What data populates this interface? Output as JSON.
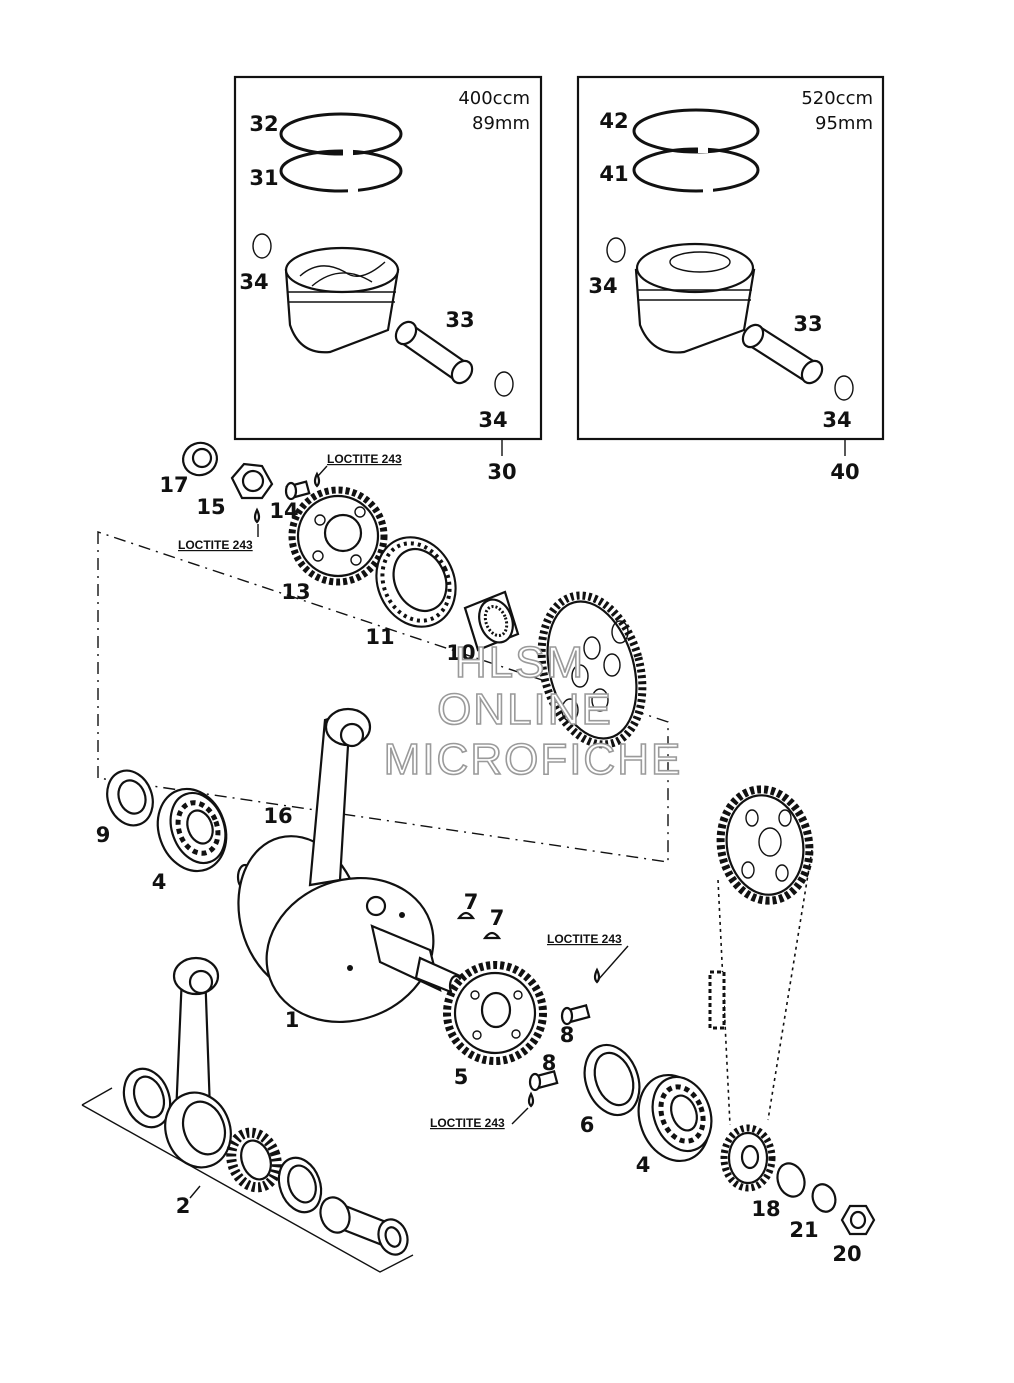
{
  "boxes": {
    "left": {
      "displacement": "400ccm",
      "bore": "89mm",
      "ref": "30"
    },
    "right": {
      "displacement": "520ccm",
      "bore": "95mm",
      "ref": "40"
    }
  },
  "loctite": "LOCTITE 243",
  "watermark": [
    "HLSM",
    "ONLINE",
    "MICROFICHE"
  ],
  "labels": {
    "n1": "1",
    "n2": "2",
    "n4a": "4",
    "n4b": "4",
    "n5": "5",
    "n6": "6",
    "n7a": "7",
    "n7b": "7",
    "n8a": "8",
    "n8b": "8",
    "n9": "9",
    "n10": "10",
    "n11": "11",
    "n13": "13",
    "n14": "14",
    "n15": "15",
    "n16": "16",
    "n17": "17",
    "n18": "18",
    "n20": "20",
    "n21": "21",
    "n31": "31",
    "n32": "32",
    "n33a": "33",
    "n34a": "34",
    "n34b": "34",
    "n41": "41",
    "n42": "42",
    "n33b": "33",
    "n34c": "34",
    "n34d": "34"
  }
}
